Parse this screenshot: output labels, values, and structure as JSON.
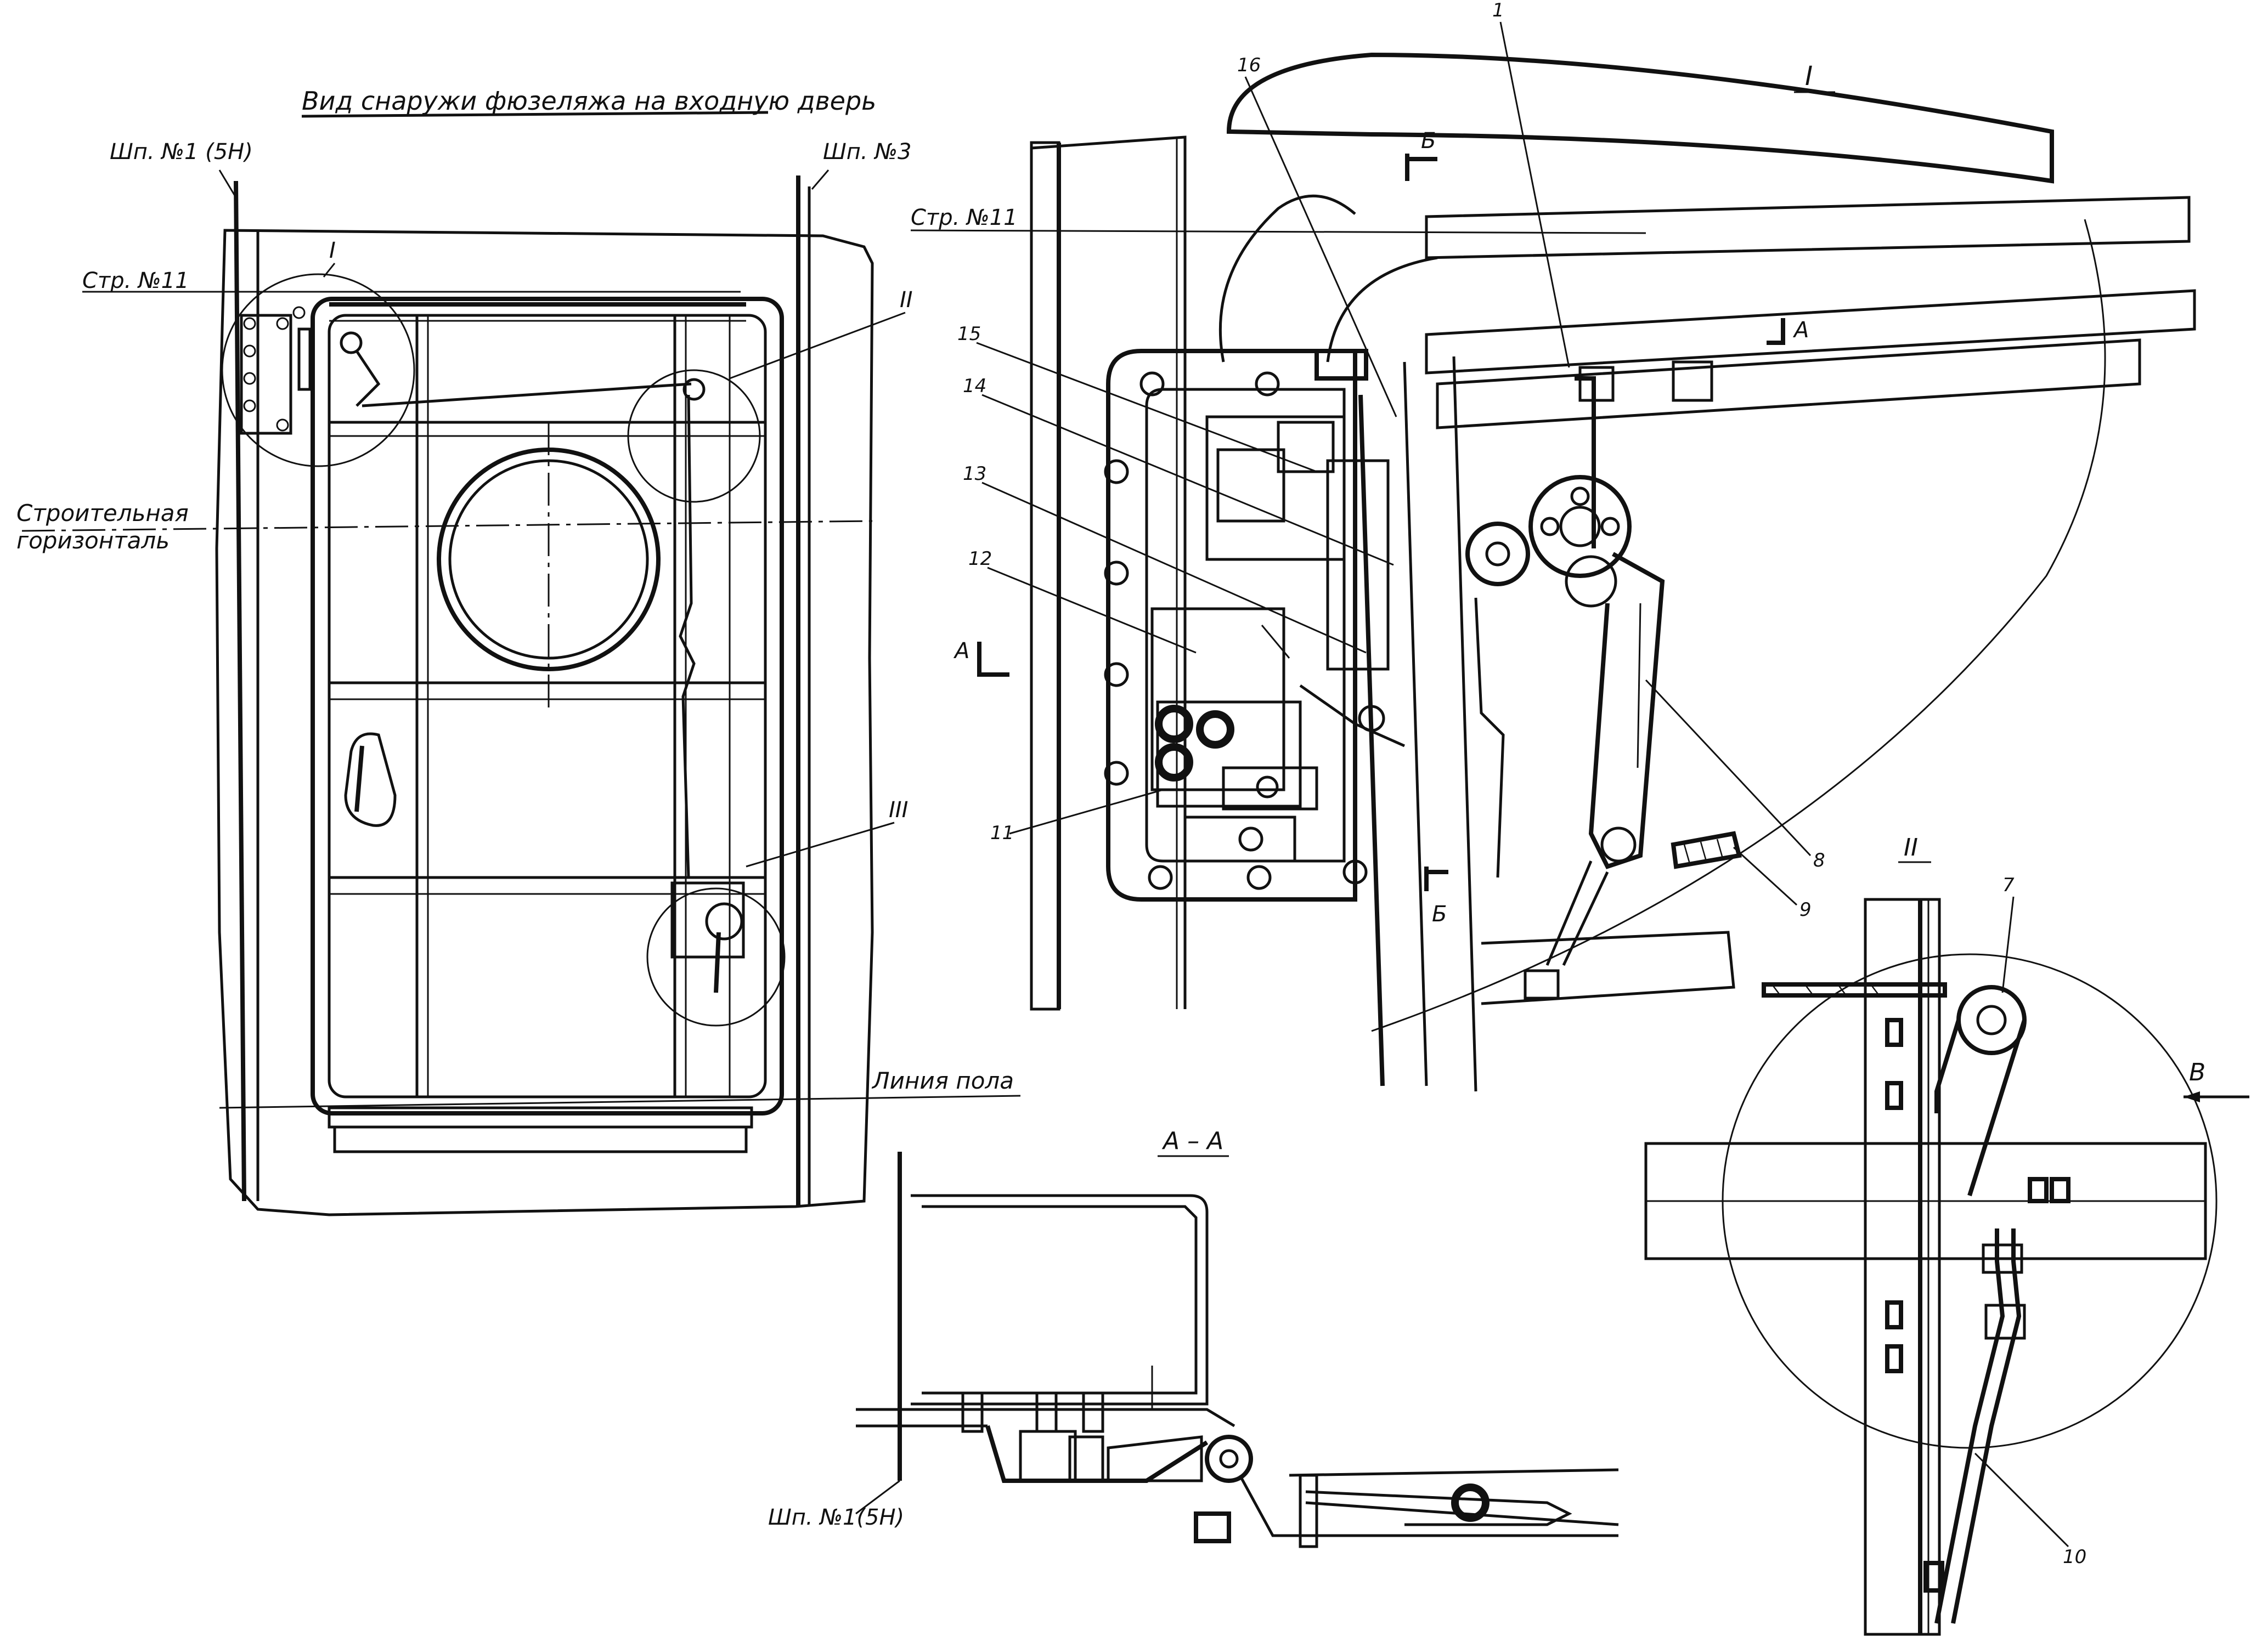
{
  "labels": {
    "view_title": "Вид снаружи фюзеляжа на входную дверь",
    "frame_1": "Шп. №1 (5Н)",
    "frame_3": "Шп. №3",
    "stringer_left": "Стр. №11",
    "stringer_right": "Стр. №11",
    "horizontal_1": "Строительная",
    "horizontal_2": "горизонталь",
    "floor_line": "Линия пола",
    "frame_1_section": "Шп. №1(5Н)",
    "view_I": "I",
    "view_II": "II",
    "view_III": "III",
    "detail_I": "I",
    "detail_II": "II",
    "section_AA": "А – А",
    "section_A_left": "А",
    "section_A_top": "А",
    "section_B_top": "Б",
    "section_B_bottom": "Б",
    "view_V": "В"
  },
  "callouts": {
    "c1": "1",
    "c7": "7",
    "c8": "8",
    "c9": "9",
    "c10": "10",
    "c11": "11",
    "c12": "12",
    "c13": "13",
    "c14": "14",
    "c15": "15",
    "c16": "16"
  },
  "colors": {
    "ink": "#111111",
    "paper": "#ffffff"
  }
}
